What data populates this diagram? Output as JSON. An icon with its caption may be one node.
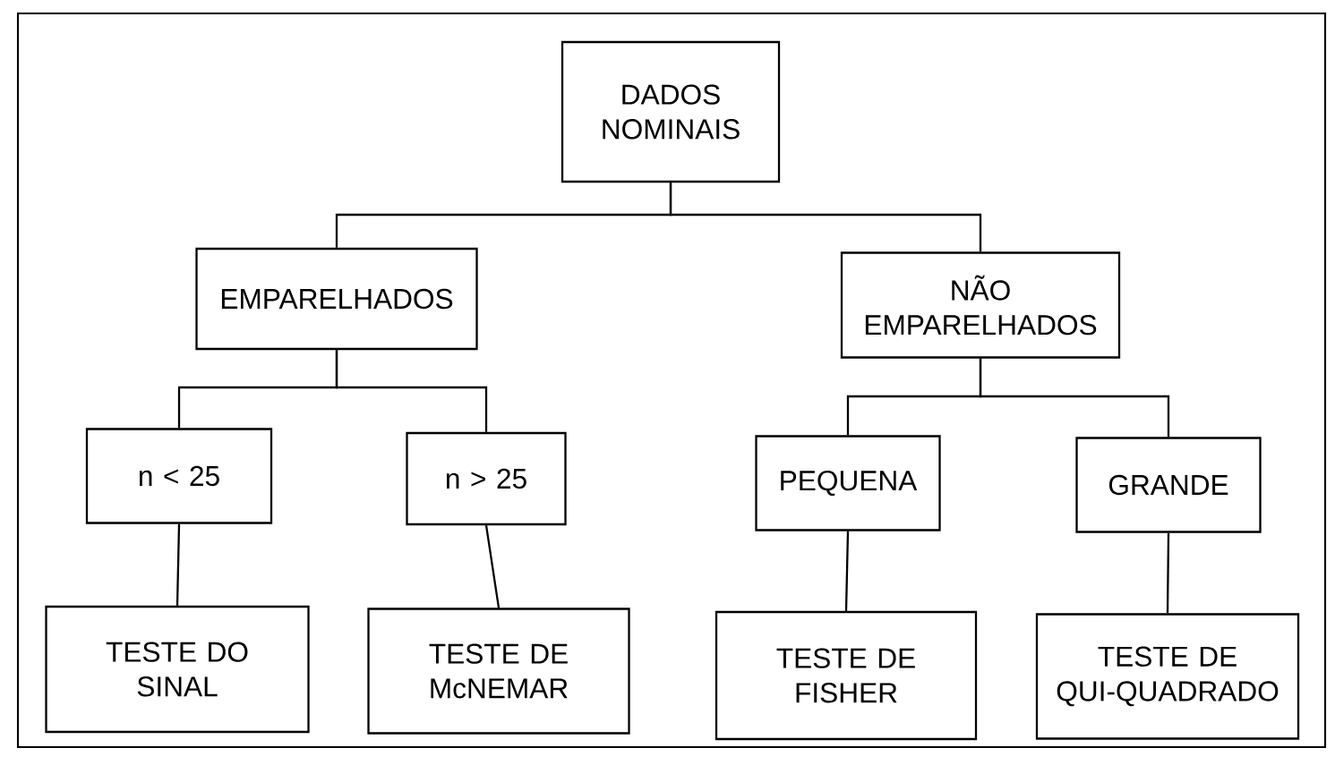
{
  "diagram": {
    "nodes": [
      {
        "text": [
          "DADOS NOMINAIS"
        ]
      },
      {
        "text": [
          "EMPARELHADOS"
        ]
      },
      {
        "text": [
          "NÃO EMPARELHADOS"
        ]
      },
      {
        "text": [
          "n < 25"
        ]
      },
      {
        "text": [
          "n > 25"
        ]
      },
      {
        "text": [
          "PEQUENA"
        ]
      },
      {
        "text": [
          "GRANDE"
        ]
      },
      {
        "text": [
          "TESTE DO SINAL"
        ]
      },
      {
        "text": [
          "TESTE DE McNEMAR"
        ]
      },
      {
        "text": [
          "TESTE DE FISHER"
        ]
      },
      {
        "text": [
          "TESTE DE QUI-QUADRADO"
        ]
      }
    ],
    "edges": [
      {
        "from": 0,
        "to": 1,
        "arrow": "none"
      },
      {
        "from": 0,
        "to": 2,
        "arrow": "none"
      },
      {
        "from": 1,
        "to": 3,
        "arrow": "none"
      },
      {
        "from": 1,
        "to": 4,
        "arrow": "none"
      },
      {
        "from": 2,
        "to": 5,
        "arrow": "none"
      },
      {
        "from": 2,
        "to": 6,
        "arrow": "none"
      },
      {
        "from": 3,
        "to": 7,
        "arrow": "none"
      },
      {
        "from": 4,
        "to": 8,
        "arrow": "none"
      },
      {
        "from": 5,
        "to": 9,
        "arrow": "none"
      },
      {
        "from": 6,
        "to": 10,
        "arrow": "none"
      }
    ]
  }
}
